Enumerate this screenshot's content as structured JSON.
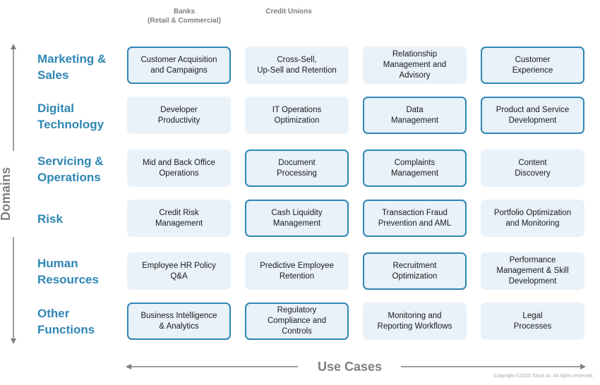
{
  "columns": [
    "Banks\n(Retail & Commercial)",
    "Credit Unions"
  ],
  "domains": [
    "Marketing &\nSales",
    "Digital\nTechnology",
    "Servicing &\nOperations",
    "Risk",
    "Human\nResources",
    "Other\nFunctions"
  ],
  "cells": [
    [
      {
        "text": "Customer Acquisition\nand Campaigns",
        "highlighted": true
      },
      {
        "text": "Cross-Sell,\nUp-Sell and  Retention",
        "highlighted": false
      },
      {
        "text": "Relationship\nManagement and\nAdvisory",
        "highlighted": false
      },
      {
        "text": "Customer\nExperience",
        "highlighted": true
      }
    ],
    [
      {
        "text": "Developer\nProductivity",
        "highlighted": false
      },
      {
        "text": "IT Operations\nOptimization",
        "highlighted": false
      },
      {
        "text": "Data\nManagement",
        "highlighted": true
      },
      {
        "text": "Product and Service\nDevelopment",
        "highlighted": true
      }
    ],
    [
      {
        "text": "Mid and Back Office\nOperations",
        "highlighted": false
      },
      {
        "text": "Document\nProcessing",
        "highlighted": true
      },
      {
        "text": "Complaints\nManagement",
        "highlighted": true
      },
      {
        "text": "Content\nDiscovery",
        "highlighted": false
      }
    ],
    [
      {
        "text": "Credit Risk\nManagement",
        "highlighted": false
      },
      {
        "text": "Cash Liquidity\nManagement",
        "highlighted": true
      },
      {
        "text": "Transaction Fraud\nPrevention and AML",
        "highlighted": true
      },
      {
        "text": "Portfolio Optimization\nand Monitoring",
        "highlighted": false
      }
    ],
    [
      {
        "text": "Employee HR Policy\nQ&A",
        "highlighted": false
      },
      {
        "text": "Predictive Employee\nRetention",
        "highlighted": false
      },
      {
        "text": "Recruitment\nOptimization",
        "highlighted": true
      },
      {
        "text": "Performance\nManagement & Skill\nDevelopment",
        "highlighted": false
      }
    ],
    [
      {
        "text": "Business Intelligence\n& Analytics",
        "highlighted": true
      },
      {
        "text": "Regulatory\nCompliance and\nControls",
        "highlighted": true
      },
      {
        "text": "Monitoring and\nReporting Workflows",
        "highlighted": false
      },
      {
        "text": "Legal\nProcesses",
        "highlighted": false
      }
    ]
  ],
  "axes": {
    "vertical": "Domains",
    "horizontal": "Use Cases"
  },
  "copyright": "Copyright ©2025 Sirius AI. All rights reserved.",
  "colors": {
    "accent": "#2e86b4",
    "cell_fill": "#e9f1f9",
    "axis_gray": "#7f7f7f"
  }
}
